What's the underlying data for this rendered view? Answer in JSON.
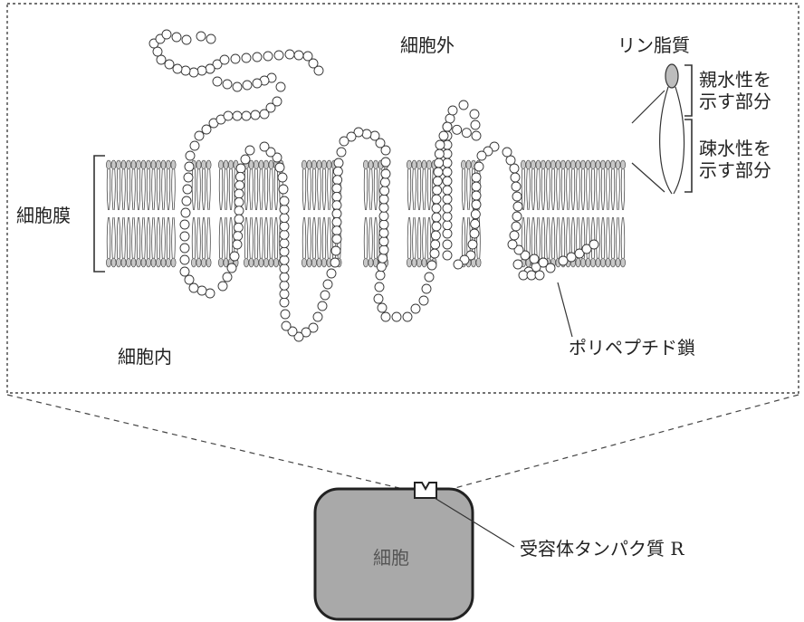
{
  "labels": {
    "extracellular": "細胞外",
    "phospholipid": "リン脂質",
    "hydrophilic": [
      "親水性を",
      "示す部分"
    ],
    "hydrophobic": [
      "疎水性を",
      "示す部分"
    ],
    "membrane": "細胞膜",
    "intracellular": "細胞内",
    "polypeptide": "ポリペプチド鎖",
    "cell": "細胞",
    "receptor": "受容体タンパク質 R"
  },
  "colors": {
    "line": "#333333",
    "cell_fill": "#a9a9a9",
    "lipid_head": "#c8c8c8",
    "bead_fill": "#ffffff"
  }
}
